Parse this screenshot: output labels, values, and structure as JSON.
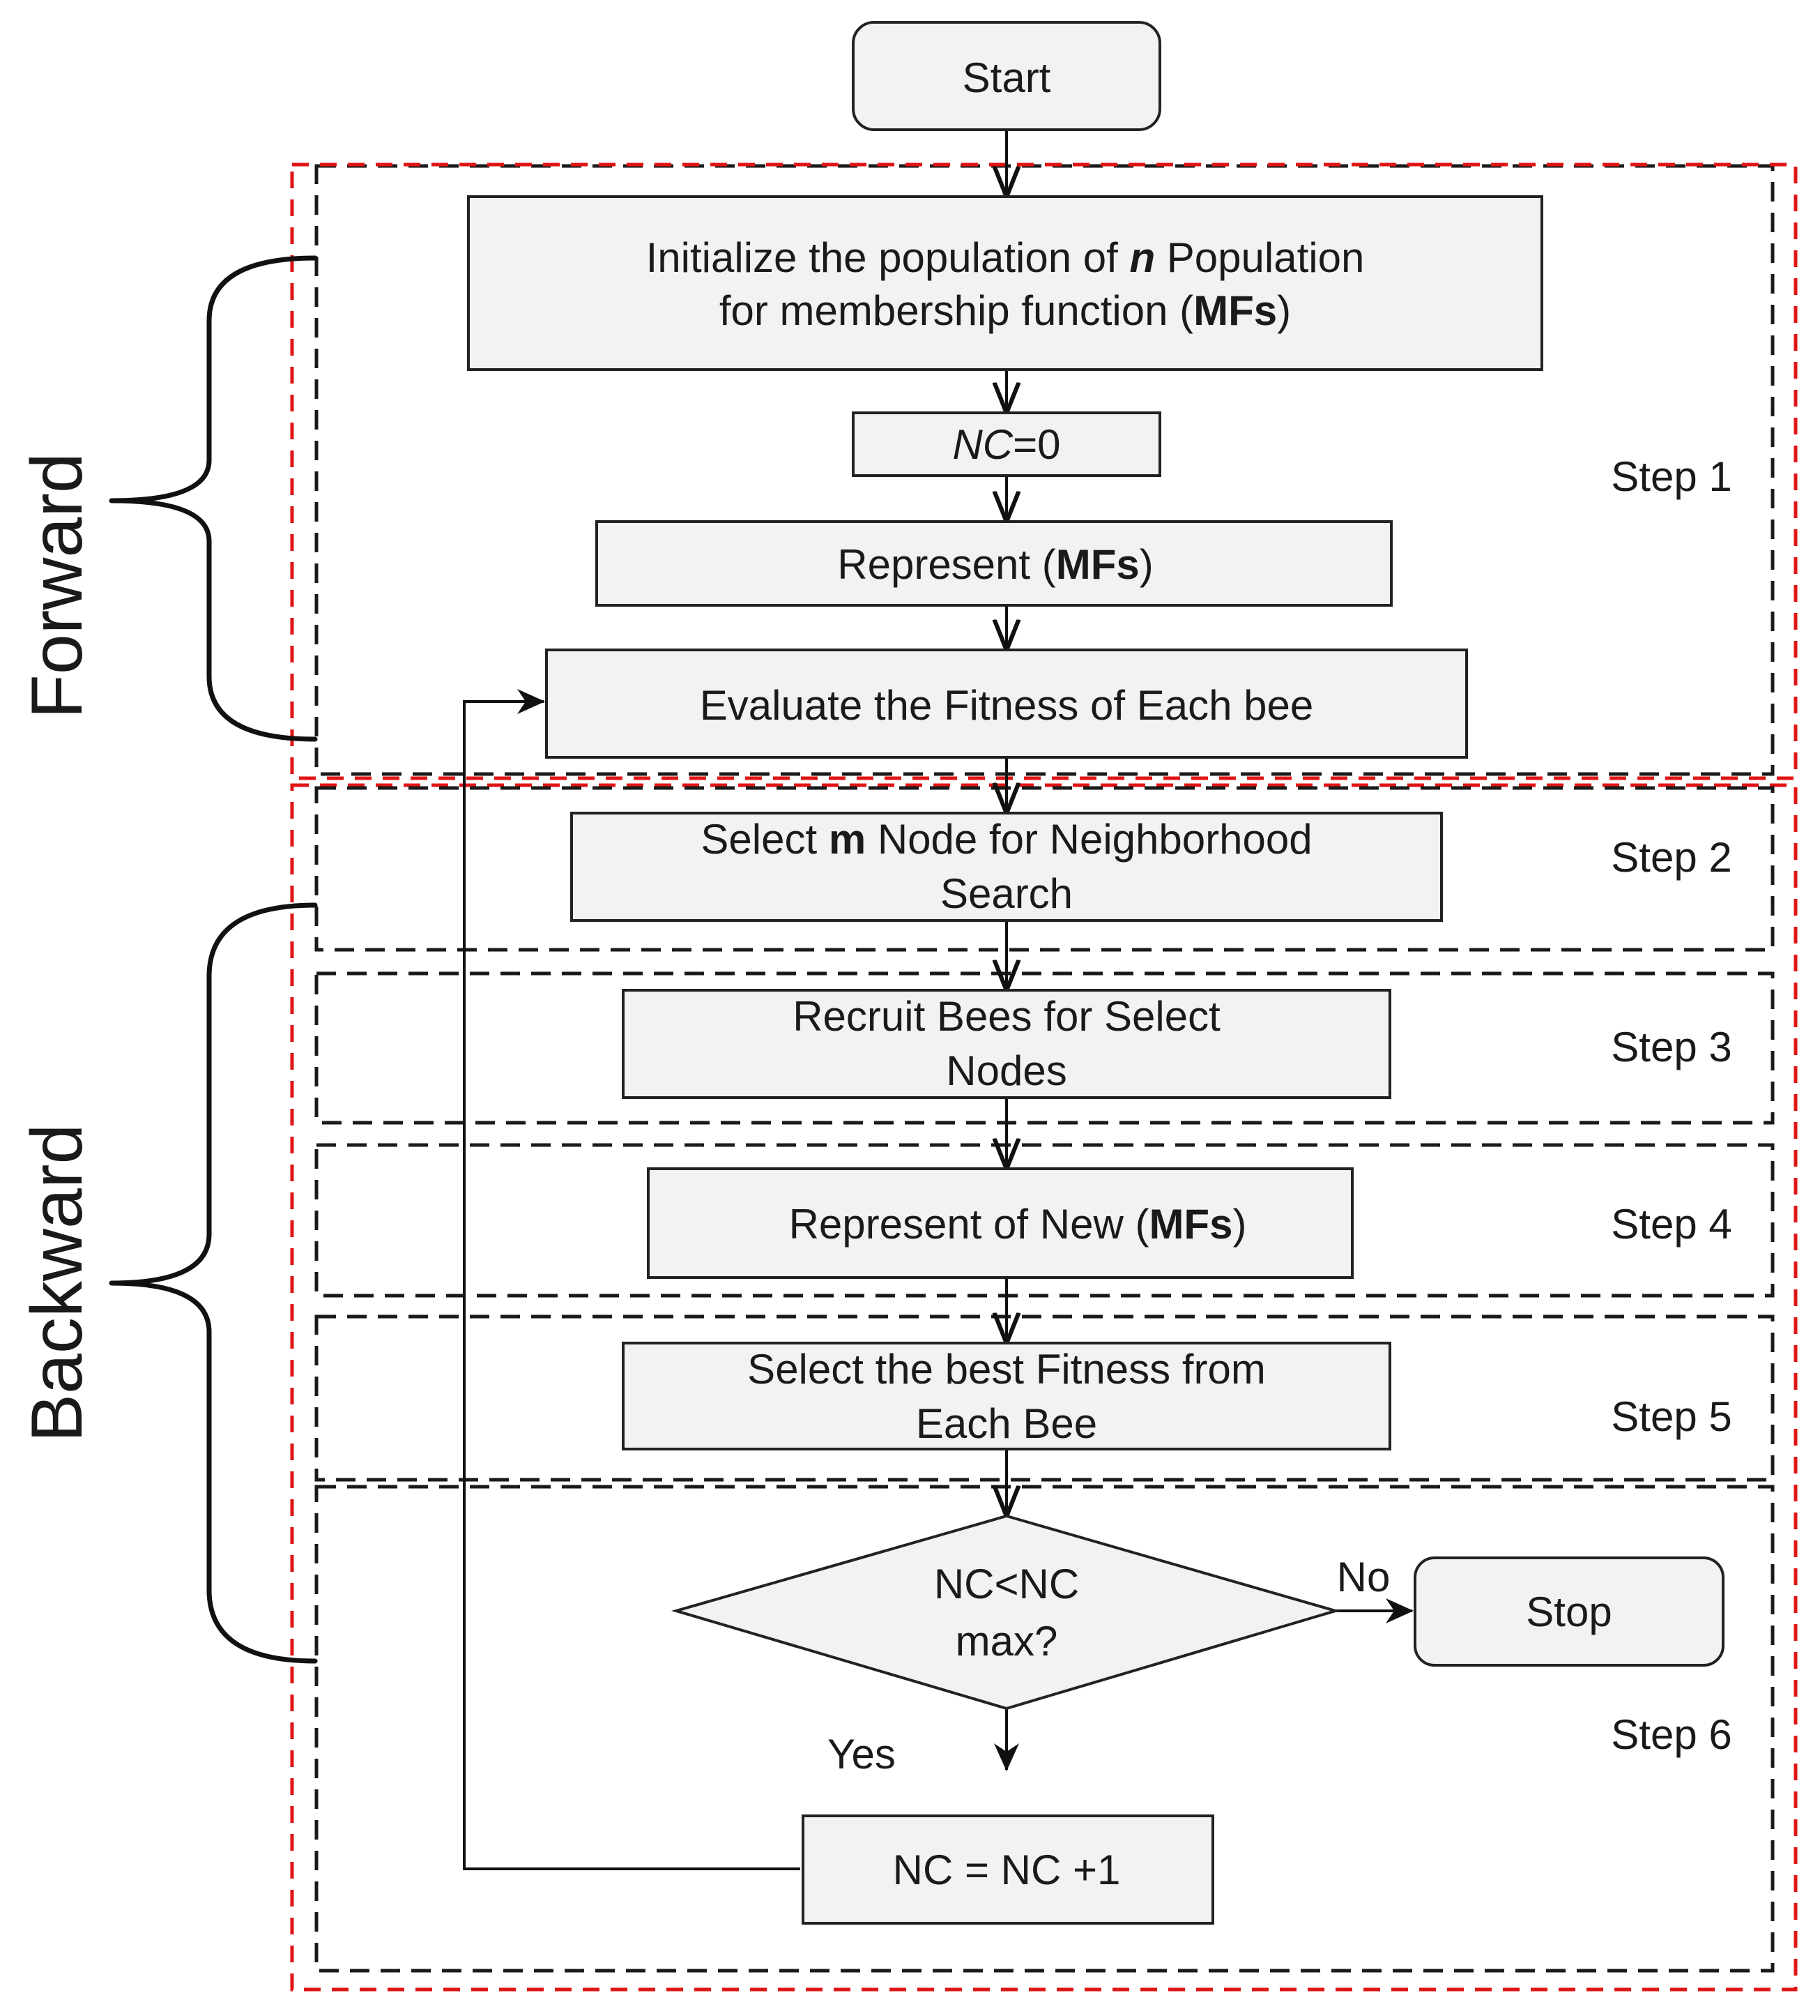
{
  "start": "Start",
  "init": {
    "line1_pre": "Initialize the population of ",
    "line1_var": "n",
    "line1_post": "  Population",
    "line2_pre": "for membership function  (",
    "line2_bold": "MFs",
    "line2_post": ")"
  },
  "nc0": {
    "var": "NC",
    "rest": "=0"
  },
  "represent": {
    "pre": "Represent (",
    "bold": "MFs",
    "post": ")"
  },
  "evaluate": "Evaluate the Fitness of Each bee",
  "select": {
    "line1_pre": "Select ",
    "line1_bold": "m",
    "line1_post": " Node for Neighborhood",
    "line2": "Search"
  },
  "recruit": {
    "line1": "Recruit Bees for Select",
    "line2": "Nodes"
  },
  "represent_new": {
    "pre": "Represent  of New (",
    "bold": "MFs",
    "post": ")"
  },
  "best": {
    "line1": "Select the best Fitness from",
    "line2": "Each Bee"
  },
  "decision": {
    "line1": "NC<NC",
    "line2": "max?"
  },
  "no_label": "No",
  "yes_label": "Yes",
  "stop": "Stop",
  "increment": "NC = NC +1",
  "steps": [
    "Step 1",
    "Step 2",
    "Step 3",
    "Step 4",
    "Step 5",
    "Step 6"
  ],
  "phases": {
    "forward": "Forward",
    "backward": "Backward"
  },
  "colors": {
    "box_fill": "#f2f2f2",
    "red_dash": "#e01414",
    "black_dash": "#1a1a1a"
  }
}
